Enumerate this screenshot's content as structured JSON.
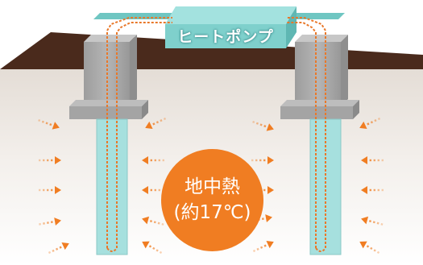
{
  "labels": {
    "heat_pump": "ヒートポンプ",
    "ground_heat_line1": "地中熱",
    "ground_heat_line2": "(約17℃)"
  },
  "colors": {
    "ground_top": "#4a2a1c",
    "concrete": "#a9a9a9",
    "pipe": "#a6e0de",
    "loop_line": "#e8782a",
    "heat_arrow": "#f07d22",
    "heat_pump_box": "#7fd0cc",
    "center_circle": "#f07d22"
  }
}
